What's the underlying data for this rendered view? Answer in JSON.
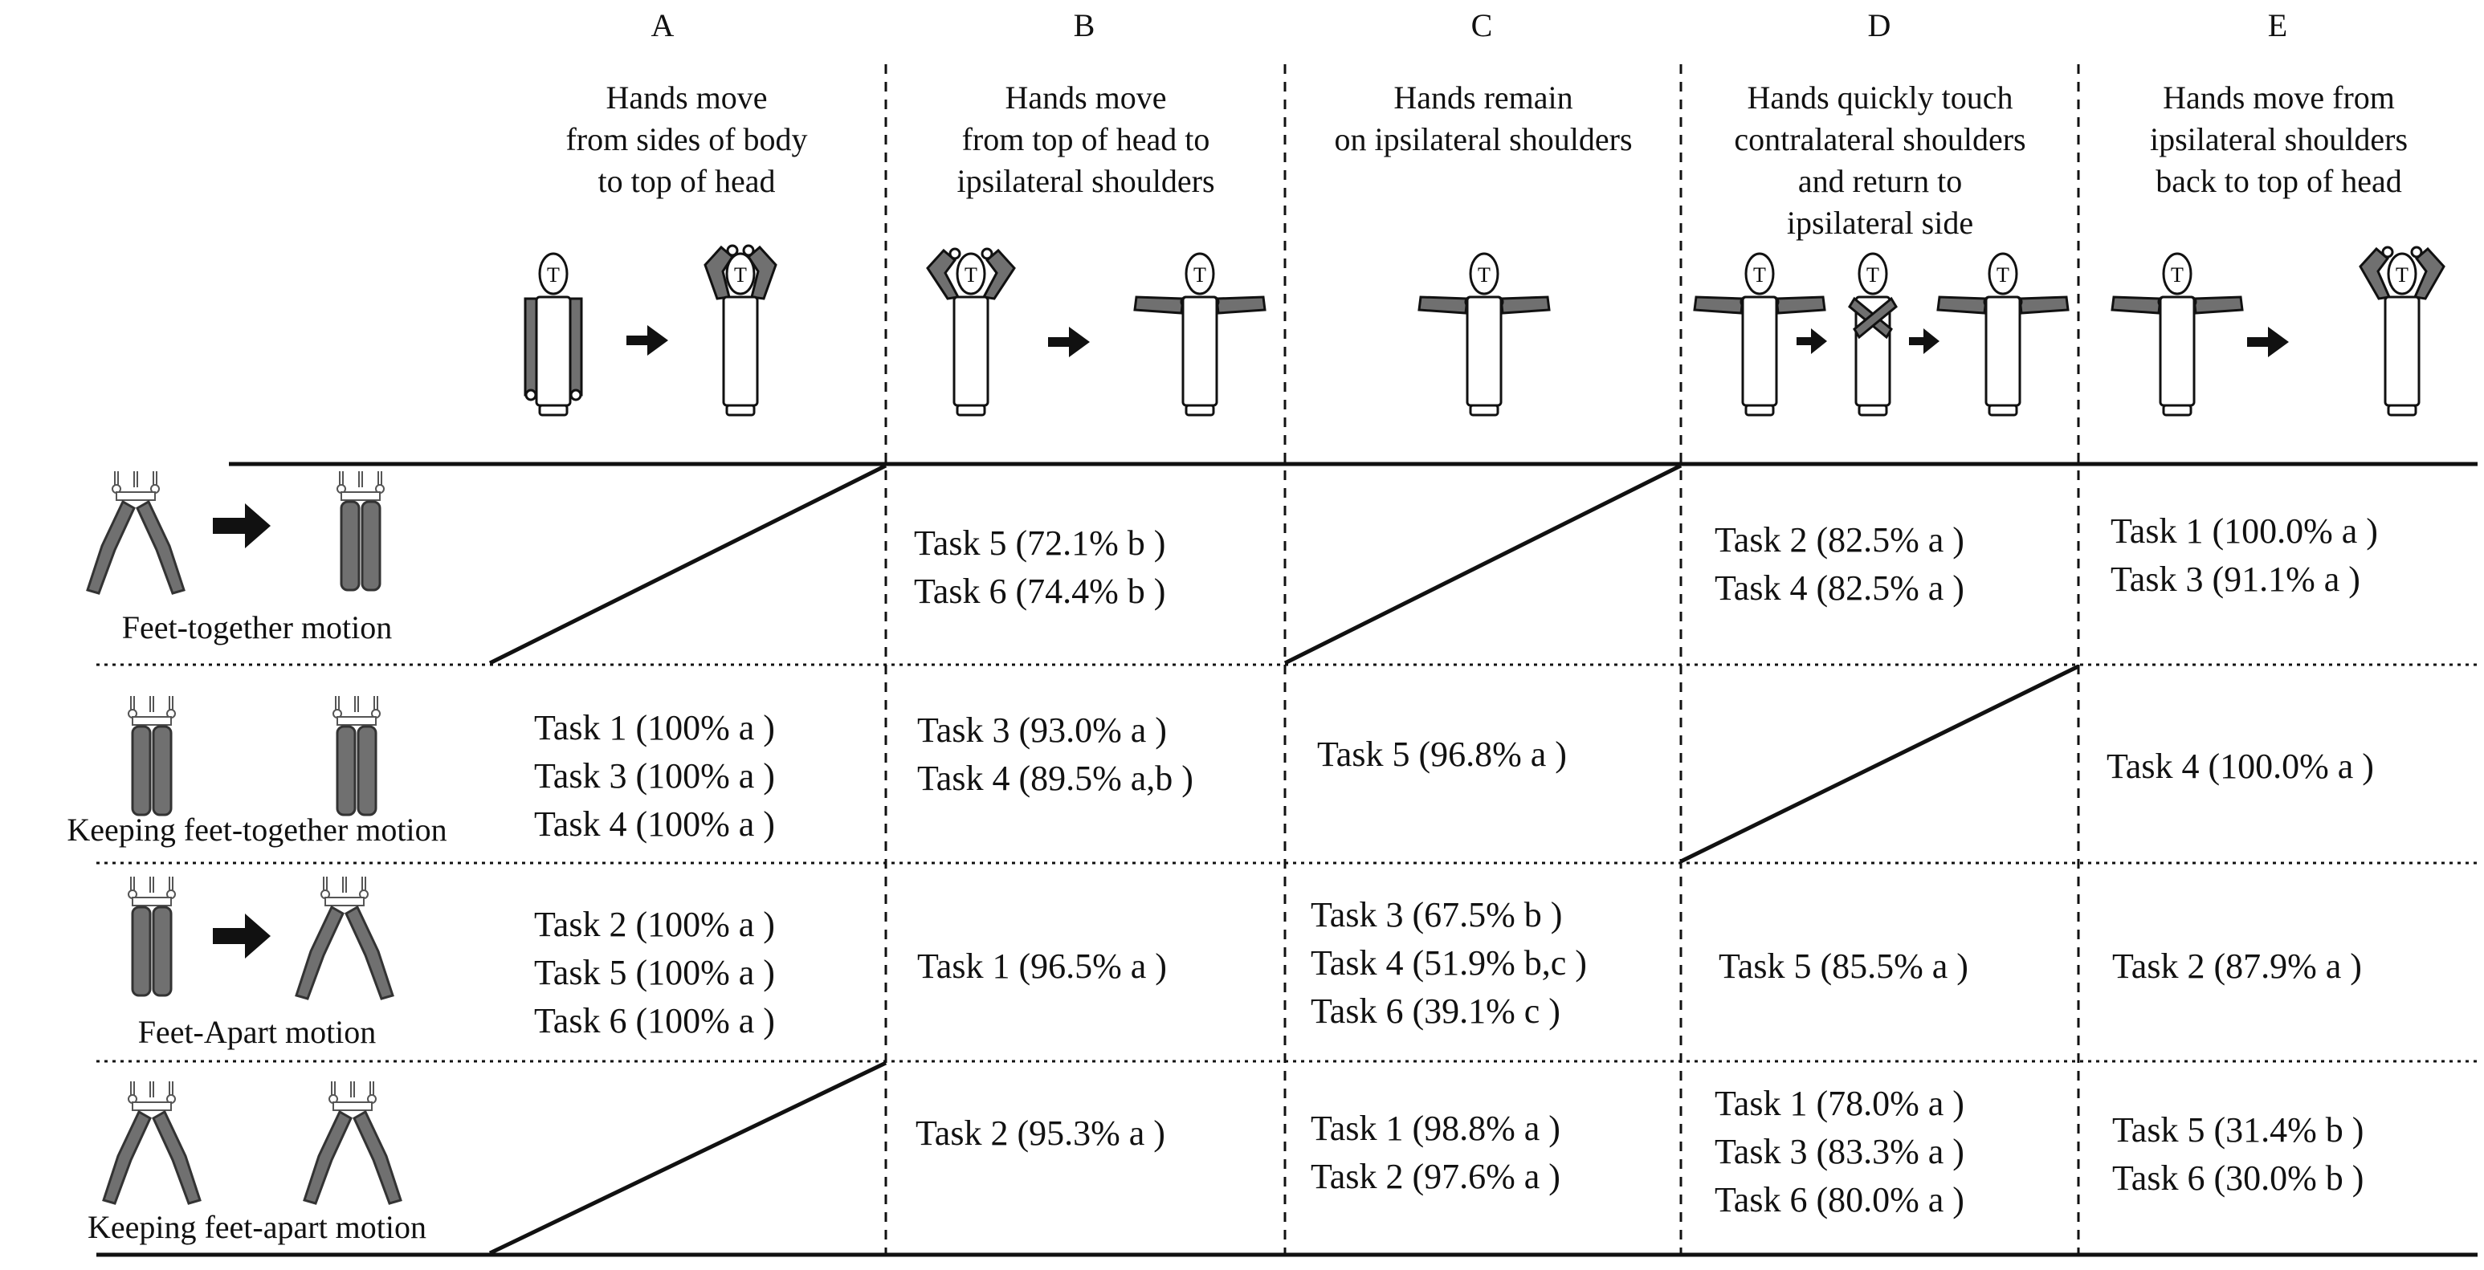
{
  "columns": [
    {
      "letter": "A",
      "description": [
        "Hands move",
        "from sides of body",
        "to top of head"
      ]
    },
    {
      "letter": "B",
      "description": [
        "Hands move",
        "from top of head to",
        "ipsilateral shoulders"
      ]
    },
    {
      "letter": "C",
      "description": [
        "Hands remain",
        "on ipsilateral shoulders"
      ]
    },
    {
      "letter": "D",
      "description": [
        "Hands quickly touch",
        "contralateral shoulders",
        "and return to",
        "ipsilateral side"
      ]
    },
    {
      "letter": "E",
      "description": [
        "Hands move from",
        "ipsilateral shoulders",
        "back to top of head"
      ]
    }
  ],
  "figure_head_label": "T",
  "rows": [
    {
      "label": "Feet-together motion",
      "cells": [
        [],
        [
          "Task 5 (72.1%  b )",
          "Task 6 (74.4%  b )"
        ],
        [],
        [
          "Task 2 (82.5%  a )",
          "Task 4 (82.5%  a )"
        ],
        [
          "Task 1 (100.0%  a )",
          "Task 3 (91.1%  a )"
        ]
      ]
    },
    {
      "label": "Keeping feet-together motion",
      "cells": [
        [
          "Task 1 (100%  a )",
          "Task 3 (100%  a )",
          "Task 4 (100%  a )"
        ],
        [
          "Task 3 (93.0%  a )",
          "Task 4 (89.5%  a,b )"
        ],
        [
          "Task 5 (96.8%  a )"
        ],
        [],
        [
          "Task 4 (100.0%  a )"
        ]
      ]
    },
    {
      "label": "Feet-Apart motion",
      "cells": [
        [
          "Task 2 (100%  a )",
          "Task 5 (100%  a )",
          "Task 6 (100%  a )"
        ],
        [
          "Task 1 (96.5%  a )"
        ],
        [
          "Task 3 (67.5%  b )",
          "Task 4 (51.9%  b,c )",
          "Task 6 (39.1%  c )"
        ],
        [
          "Task 5 (85.5%  a )"
        ],
        [
          "Task 2 (87.9%  a )"
        ]
      ]
    },
    {
      "label": "Keeping feet-apart motion",
      "cells": [
        [],
        [
          "Task 2 (95.3%  a )"
        ],
        [
          "Task 1 (98.8%  a )",
          "Task 2 (97.6%  a )"
        ],
        [
          "Task 1 (78.0%  a )",
          "Task 3 (83.3%  a )",
          "Task 6 (80.0%  a )"
        ],
        [
          "Task 5 (31.4%  b )",
          "Task 6 (30.0%  b )"
        ]
      ]
    }
  ]
}
